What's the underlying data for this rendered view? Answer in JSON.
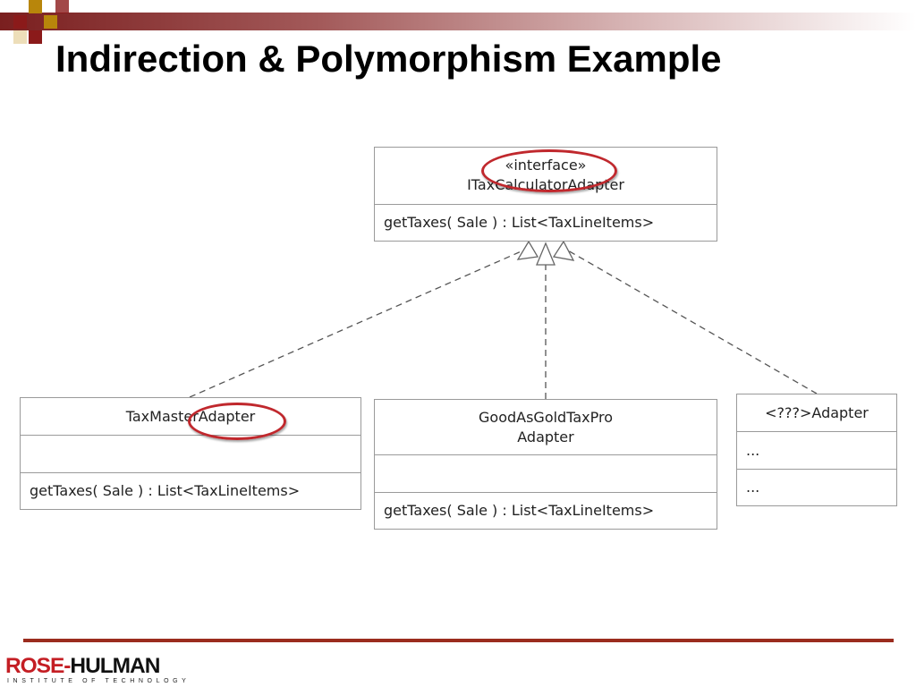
{
  "slide": {
    "title": "Indirection & Polymorphism Example"
  },
  "diagram": {
    "interface_box": {
      "stereotype": "«interface»",
      "name": "ITaxCalculatorAdapter",
      "operation": "getTaxes( Sale ) : List<TaxLineItems>"
    },
    "taxmaster_box": {
      "name": "TaxMasterAdapter",
      "operation": "getTaxes( Sale ) : List<TaxLineItems>"
    },
    "goodasgold_box": {
      "name_line1": "GoodAsGoldTaxPro",
      "name_line2": "Adapter",
      "operation": "getTaxes( Sale ) : List<TaxLineItems>"
    },
    "unknown_box": {
      "name": "<???>Adapter",
      "attributes": "...",
      "operations": "..."
    }
  },
  "footer": {
    "logo_rose": "ROSE-",
    "logo_hulman": "HULMAN",
    "logo_subtitle": "INSTITUTE OF TECHNOLOGY"
  },
  "colors": {
    "highlight_circle": "#c0282d",
    "footer_rule": "#9b2c1e",
    "logo_red": "#c41e24",
    "band_dark": "#7a1f1f"
  }
}
